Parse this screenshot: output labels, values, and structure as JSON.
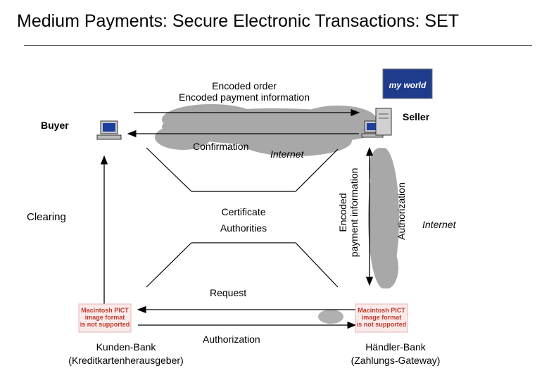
{
  "title": "Medium Payments: Secure Electronic Transactions: SET",
  "order_line1": "Encoded order",
  "order_line2": "Encoded payment information",
  "buyer": "Buyer",
  "seller": "Seller",
  "confirmation": "Confirmation",
  "internet_top": "Internet",
  "clearing": "Clearing",
  "ca_line1": "Certificate",
  "ca_line2": "Authorities",
  "encoded_line1": "Encoded",
  "encoded_line2": "payment information",
  "authorization_vertical": "Authorization",
  "internet_right": "Internet",
  "request": "Request",
  "authorization_bottom": "Authorization",
  "bank_left_line1": "Kunden-Bank",
  "bank_left_line2": "(Kreditkartenherausgeber)",
  "bank_right_line1": "Händler-Bank",
  "bank_right_line2": "(Zahlungs-Gateway)",
  "pict_placeholder": [
    "Macintosh PICT",
    "image format",
    "is not supported"
  ],
  "logo_text": "my world",
  "colors": {
    "cloud": "#a8a8a8",
    "logo_bg": "#1f3c8c",
    "pict_text": "#c0392b"
  }
}
